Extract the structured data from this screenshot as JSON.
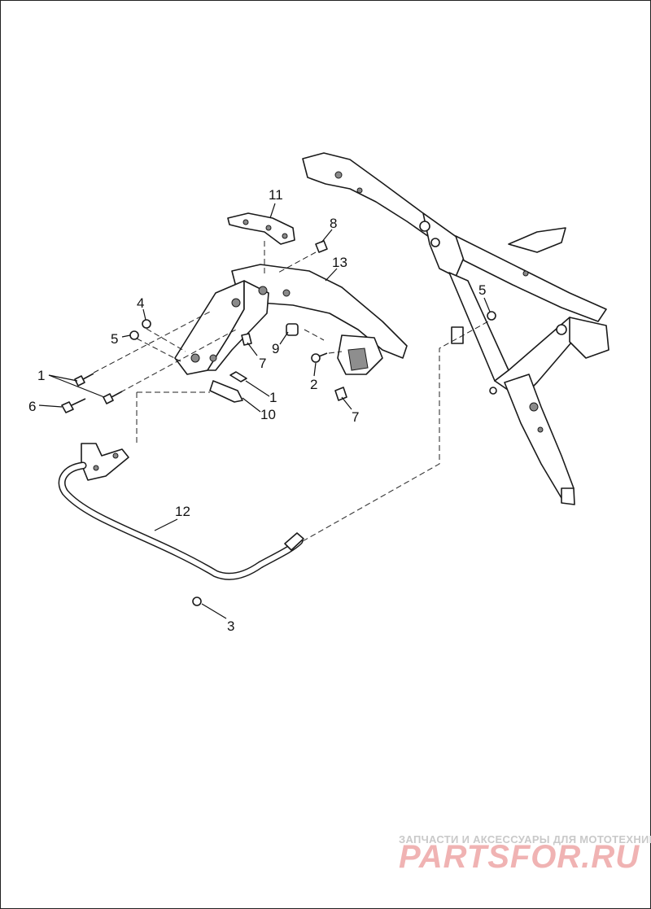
{
  "callouts": {
    "c1a": "1",
    "c1b": "1",
    "c2": "2",
    "c3": "3",
    "c4": "4",
    "c5a": "5",
    "c5b": "5",
    "c6": "6",
    "c7a": "7",
    "c7b": "7",
    "c8": "8",
    "c9": "9",
    "c10": "10",
    "c11": "11",
    "c12": "12",
    "c13": "13"
  },
  "watermark": {
    "caption": "ЗАПЧАСТИ И АКСЕССУАРЫ ДЛЯ МОТОТЕХНИКИ",
    "logo": "PARTSFOR.RU"
  },
  "colors": {
    "line": "#1a1a1a",
    "shade": "#8e8e8e",
    "watermark_caption": "#c9c9c9",
    "watermark_logo": "#f0b3b3"
  }
}
